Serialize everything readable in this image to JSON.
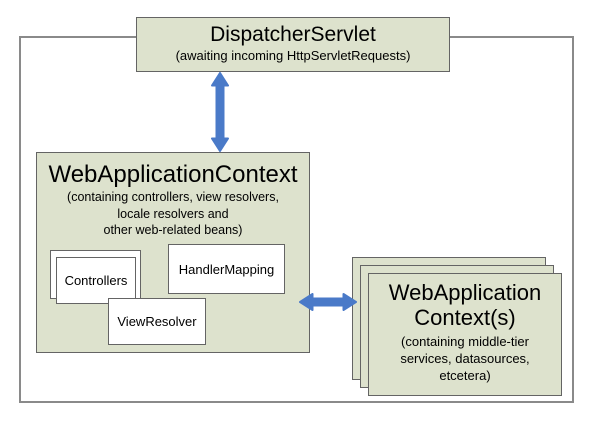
{
  "colors": {
    "box_fill": "#dde2cd",
    "box_border": "#646464",
    "outer_border": "#8a8a8a",
    "arrow": "#4a7ac8",
    "inner_fill": "#ffffff",
    "text": "#000000"
  },
  "dispatcher": {
    "title": "DispatcherServlet",
    "subtitle": "(awaiting incoming HttpServletRequests)"
  },
  "web_context": {
    "title": "WebApplicationContext",
    "subtitle_lines": [
      "(containing controllers, view resolvers,",
      "locale resolvers and",
      "other web-related beans)"
    ],
    "beans": {
      "controllers": "Controllers",
      "handler_mapping": "HandlerMapping",
      "view_resolver": "ViewResolver"
    }
  },
  "middle_tier_context": {
    "title_lines": [
      "WebApplication",
      "Context(s)"
    ],
    "subtitle_lines": [
      "(containing middle-tier",
      "services, datasources,",
      "etcetera)"
    ]
  }
}
